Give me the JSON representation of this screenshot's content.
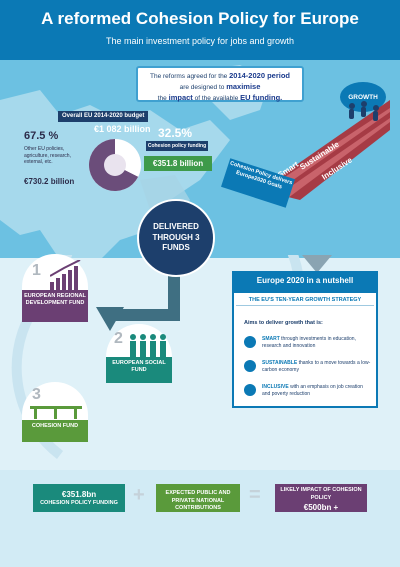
{
  "header": {
    "title": "A reformed Cohesion Policy for Europe",
    "subtitle": "The main investment policy for jobs and growth"
  },
  "callout": {
    "line1_prefix": "The reforms agreed for the",
    "line1_bold": "2014-2020 period",
    "line2_prefix": "are designed to",
    "line2_bold": "maximise",
    "line3_prefix": "the",
    "line3_bold": "impact",
    "line3_mid": "of the available",
    "line3_end": "EU funding."
  },
  "growth_label": "GROWTH",
  "budget": {
    "label": "Overall EU 2014-2020 budget",
    "total": "€1 082 billion",
    "other_percent": "67.5 %",
    "other_description": "Other EU policies, agriculture, research, external, etc.",
    "other_amount": "€730.2 billion",
    "other_share": 0.675,
    "cohesion_percent": "32.5%",
    "cohesion_label": "Cohesion policy funding",
    "cohesion_amount": "€351.8 billion",
    "cohesion_share": 0.325,
    "colors": {
      "other": "#6b4d7a",
      "cohesion": "#ffffff"
    }
  },
  "track": {
    "words": [
      "Smart",
      "Sustainable",
      "Inclusive"
    ],
    "banner": "Cohesion Policy delivers Europe2020 Goals"
  },
  "delivered": "DELIVERED THROUGH 3 FUNDS",
  "funds": [
    {
      "numeral": "1",
      "name": "EUROPEAN REGIONAL DEVELOPMENT FUND",
      "color": "#6b3f73"
    },
    {
      "numeral": "2",
      "name": "EUROPEAN SOCIAL FUND",
      "color": "#1a8a7c"
    },
    {
      "numeral": "3",
      "name": "COHESION FUND",
      "color": "#5a9a3b"
    }
  ],
  "europe2020": {
    "title": "Europe 2020 in a nutshell",
    "subtitle": "THE EU'S TEN-YEAR GROWTH STRATEGY",
    "aims": "Aims to deliver growth that is:",
    "items": [
      {
        "keyword": "SMART",
        "text": "through investments in education, research and innovation",
        "icon": "lightbulb-icon"
      },
      {
        "keyword": "SUSTAINABLE",
        "text": "thanks to a move towards a low-carbon economy",
        "icon": "leaf-icon"
      },
      {
        "keyword": "INCLUSIVE",
        "text": "with an emphasis on job creation and poverty reduction",
        "icon": "handshake-icon"
      }
    ]
  },
  "equation": {
    "box1_amount": "€351.8bn",
    "box1_label": "COHESION POLICY FUNDING",
    "plus": "+",
    "box2_label": "EXPECTED PUBLIC AND PRIVATE NATIONAL CONTRIBUTIONS",
    "equals": "=",
    "box3_label": "LIKELY IMPACT OF COHESION POLICY",
    "box3_amount": "€500bn +"
  }
}
